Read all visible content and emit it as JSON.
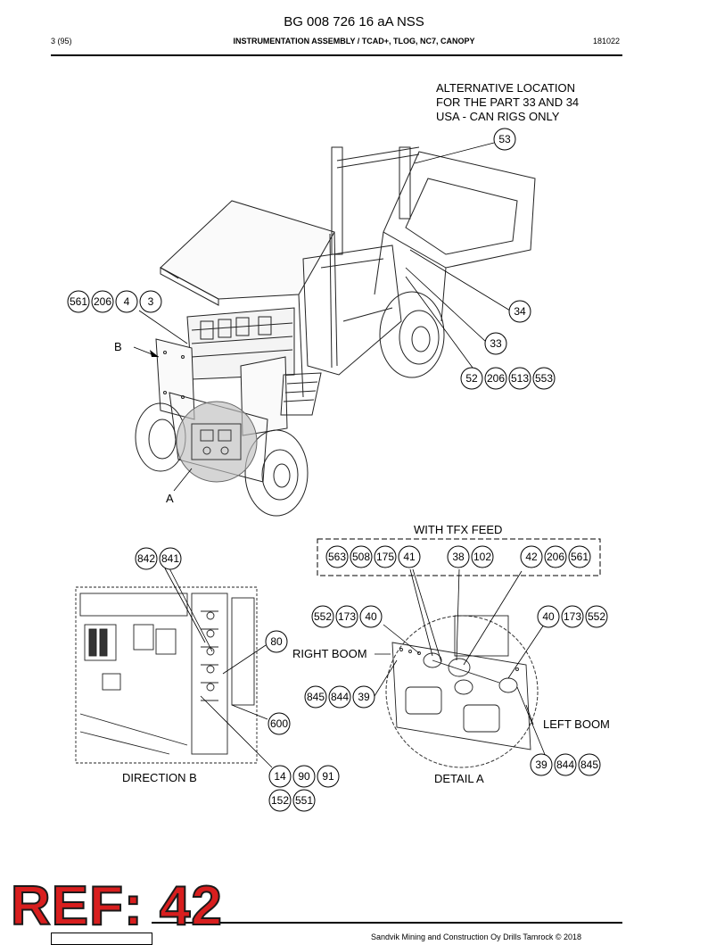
{
  "header": {
    "doc_number": "BG 008 726 16 aA NSS",
    "page": "3 (95)",
    "subtitle": "INSTRUMENTATION ASSEMBLY / TCAD+, TLOG, NC7, CANOPY",
    "date": "181022"
  },
  "drawing": {
    "alt_note": [
      "ALTERNATIVE LOCATION",
      "FOR THE PART 33 AND 34",
      "USA - CAN RIGS ONLY"
    ],
    "view_labels": {
      "b": "B",
      "a": "A",
      "with_tfx": "WITH TFX FEED",
      "right_boom": "RIGHT BOOM",
      "left_boom": "LEFT BOOM",
      "direction_b": "DIRECTION B",
      "detail_a": "DETAIL  A"
    },
    "bubbles": {
      "b53": "53",
      "b34": "34",
      "b33": "33",
      "b561a": "561",
      "b206a": "206",
      "b4": "4",
      "b3": "3",
      "b52": "52",
      "b206b": "206",
      "b513": "513",
      "b553": "553",
      "b842": "842",
      "b841": "841",
      "b563": "563",
      "b508": "508",
      "b175": "175",
      "b41": "41",
      "b38": "38",
      "b102": "102",
      "b42": "42",
      "b206c": "206",
      "b561b": "561",
      "b552a": "552",
      "b173a": "173",
      "b40a": "40",
      "b40b": "40",
      "b173b": "173",
      "b552b": "552",
      "b80": "80",
      "b845a": "845",
      "b844a": "844",
      "b39a": "39",
      "b600": "600",
      "b14": "14",
      "b90": "90",
      "b91": "91",
      "b152": "152",
      "b551": "551",
      "b39b": "39",
      "b844b": "844",
      "b845b": "845"
    }
  },
  "stamp": {
    "text": "REF: 42"
  },
  "footer": {
    "copyright": "Sandvik Mining and Construction Oy Drills Tamrock © 2018"
  }
}
